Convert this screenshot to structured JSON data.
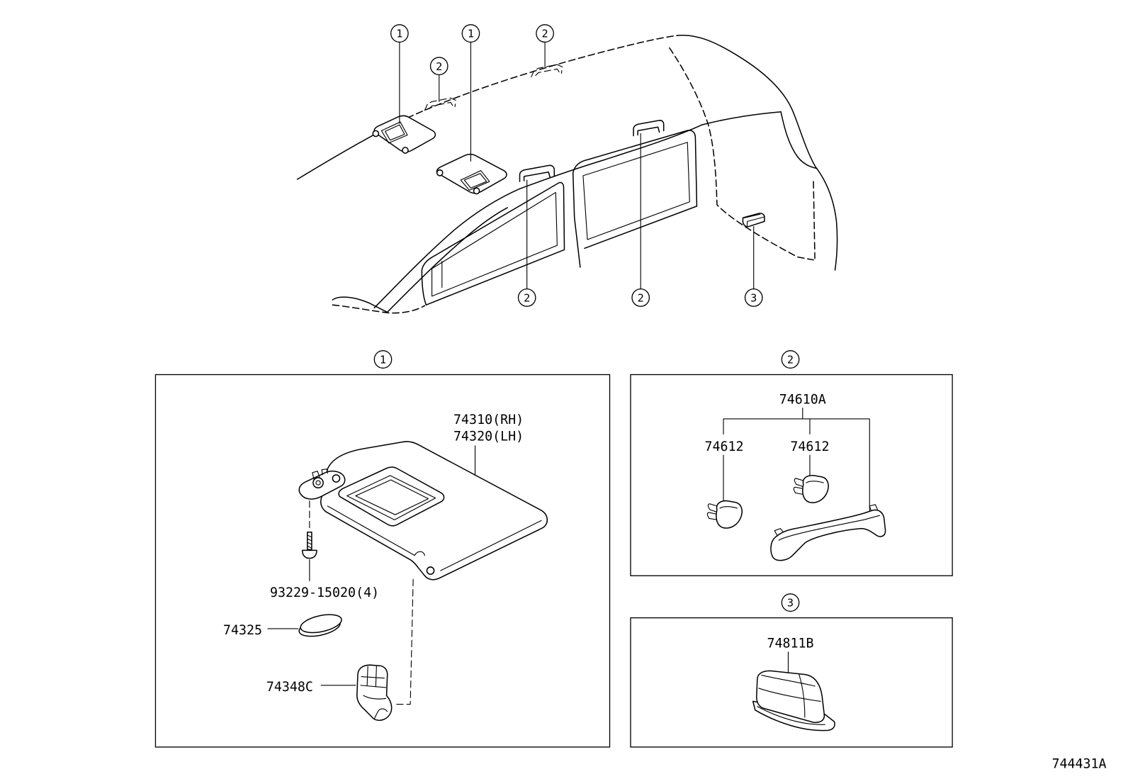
{
  "overview": {
    "callouts": [
      "1",
      "1",
      "2",
      "2",
      "2",
      "2",
      "3"
    ]
  },
  "panels": [
    {
      "callout": "1",
      "labels": [
        "74310(RH)",
        "74320(LH)",
        "93229-15020(4)",
        "74325",
        "74348C"
      ]
    },
    {
      "callout": "2",
      "labels": [
        "74610A",
        "74612",
        "74612"
      ]
    },
    {
      "callout": "3",
      "labels": [
        "74811B"
      ]
    }
  ],
  "diagram_id": "744431A"
}
